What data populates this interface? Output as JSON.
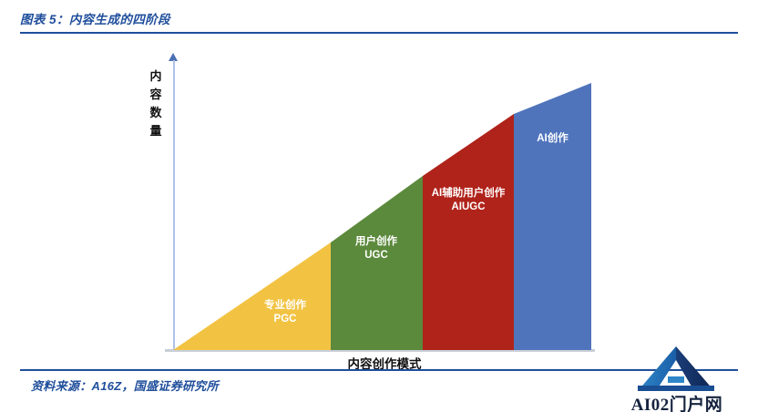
{
  "title": "图表 5：内容生成的四阶段",
  "source": "资料来源：A16Z，国盛证券研究所",
  "axes": {
    "y_label_chars": [
      "内",
      "容",
      "数",
      "量"
    ],
    "y_label": "内容数量",
    "x_label": "内容创作模式"
  },
  "logo": {
    "text": "AI02门户网",
    "mark": "letter-a-logo"
  },
  "chart_data": {
    "type": "area",
    "title": "图表 5：内容生成的四阶段",
    "xlabel": "内容创作模式",
    "ylabel": "内容数量",
    "grid": false,
    "legend": "none",
    "description": "四个依次堆叠的阶段构成一个上升的三角形，内容数量随阶段递增",
    "categories": [
      "专业创作 PGC",
      "用户创作 UGC",
      "AI辅助用户创作 AIUGC",
      "AI创作"
    ],
    "values": [
      1,
      2,
      3,
      4
    ],
    "stages": [
      {
        "index": 1,
        "name_cn": "专业创作",
        "abbr": "PGC",
        "color": "#F2C343",
        "x_start_pct": 0,
        "x_end_pct": 37,
        "height_start_pct": 0,
        "height_end_pct": 37
      },
      {
        "index": 2,
        "name_cn": "用户创作",
        "abbr": "UGC",
        "color": "#5C8A3C",
        "x_start_pct": 37,
        "x_end_pct": 60,
        "height_start_pct": 37,
        "height_end_pct": 60
      },
      {
        "index": 3,
        "name_cn": "AI辅助用户创作",
        "abbr": "AIUGC",
        "color": "#B0231A",
        "x_start_pct": 60,
        "x_end_pct": 82,
        "height_start_pct": 60,
        "height_end_pct": 82
      },
      {
        "index": 4,
        "name_cn": "AI创作",
        "abbr": "",
        "color": "#4F74BC",
        "x_start_pct": 82,
        "x_end_pct": 100,
        "height_start_pct": 82,
        "height_end_pct": 100
      }
    ]
  }
}
